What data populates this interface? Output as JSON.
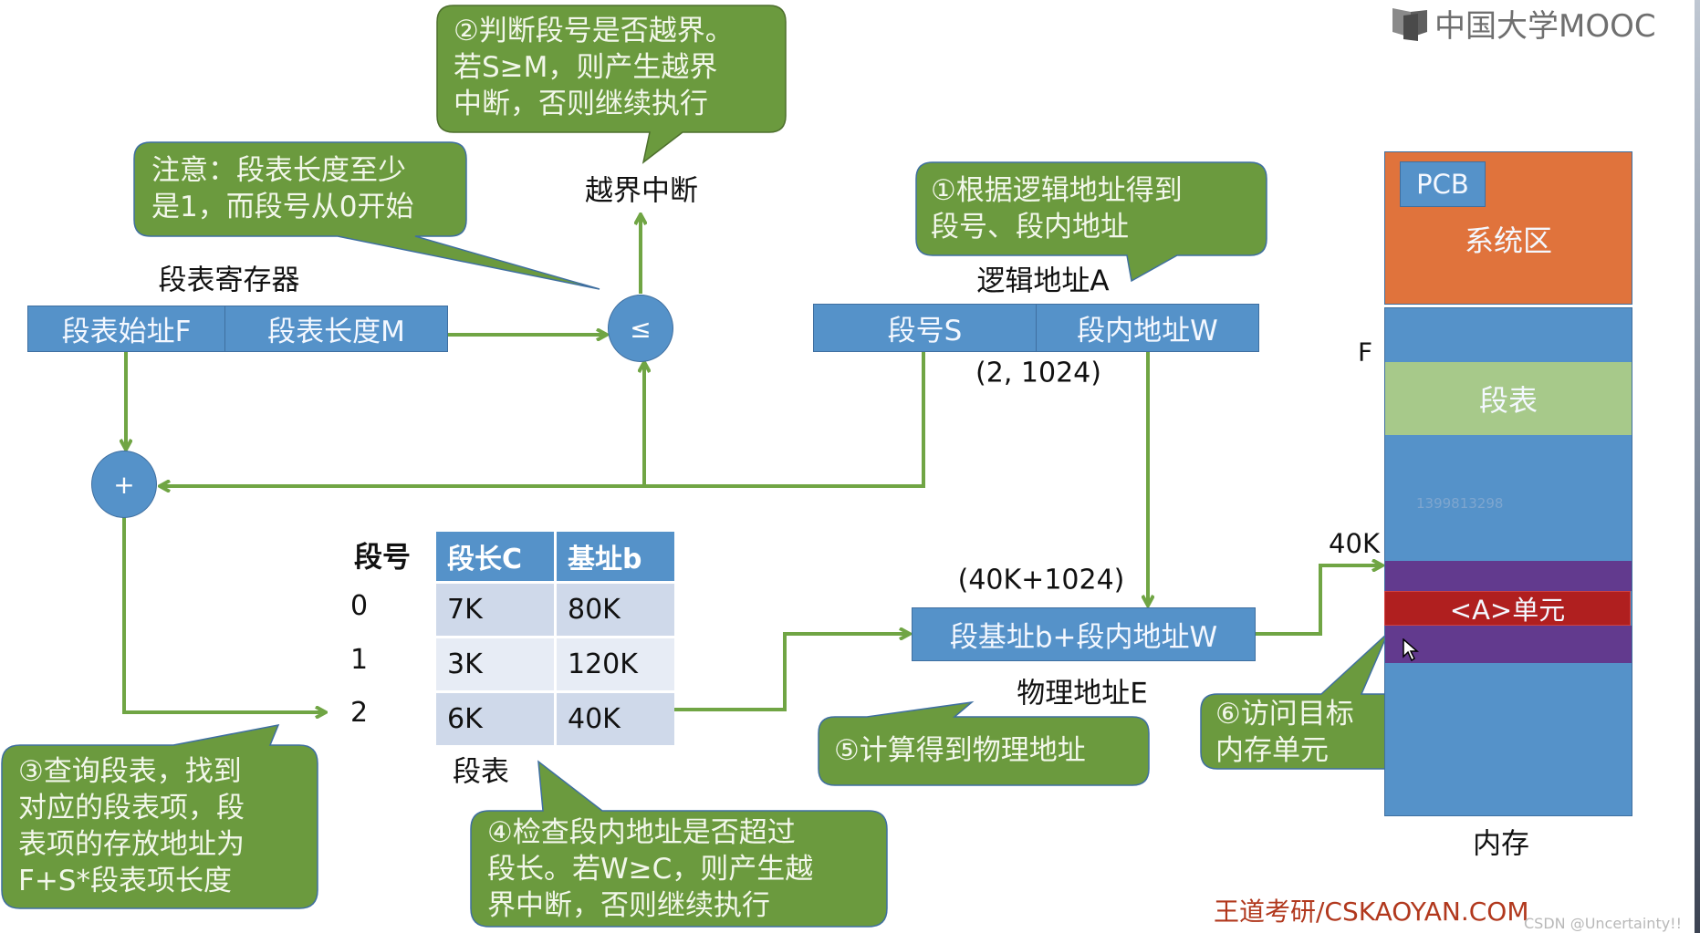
{
  "logo": {
    "text": "中国大学MOOC"
  },
  "callouts": {
    "step1": "①根据逻辑地址得到\n段号、段内地址",
    "step2": "②判断段号是否越界。\n若S≥M，则产生越界\n中断，否则继续执行",
    "note": "注意：段表长度至少\n是1，而段号从0开始",
    "step3": "③查询段表，找到\n对应的段表项，段\n表项的存放地址为\nF+S*段表项长度",
    "step4": "④检查段内地址是否超过\n段长。若W≥C，则产生越\n界中断，否则继续执行",
    "step5": "⑤计算得到物理地址",
    "step6": "⑥访问目标\n内存单元"
  },
  "labels": {
    "overflow_interrupt": "越界中断",
    "segment_table_register": "段表寄存器",
    "logical_address": "逻辑地址A",
    "logical_value": "(2, 1024)",
    "physical_value": "(40K+1024)",
    "physical_address": "物理地址E",
    "segment_table": "段表",
    "segment_number_header": "段号",
    "memory": "内存",
    "F_marker": "F",
    "k40_marker": "40K"
  },
  "register": {
    "start_field": "段表始址F",
    "length_field": "段表长度M"
  },
  "operators": {
    "compare": "≤",
    "add": "+"
  },
  "logical_box": {
    "segment_field": "段号S",
    "offset_field": "段内地址W"
  },
  "physical_box": {
    "formula": "段基址b+段内地址W"
  },
  "segment_table": {
    "headers": [
      "段长C",
      "基址b"
    ],
    "rows": [
      {
        "num": "0",
        "length": "7K",
        "base": "80K"
      },
      {
        "num": "1",
        "length": "3K",
        "base": "120K"
      },
      {
        "num": "2",
        "length": "6K",
        "base": "40K"
      }
    ]
  },
  "memory_map": {
    "pcb": "PCB",
    "system_area": "系统区",
    "segment_table": "段表",
    "target_unit": "<A>单元",
    "phone_watermark": "1399813298"
  },
  "footer": {
    "brand": "王道考研/CSKAOYAN.COM",
    "watermark": "CSDN @Uncertainty!!"
  },
  "colors": {
    "box_blue": "#5592c9",
    "callout_green": "#6b9a3e",
    "arrow_green": "#70a544",
    "system_orange": "#e0733c",
    "table_green": "#a7c98a",
    "purple": "#623a8e",
    "red": "#b01f1f"
  }
}
